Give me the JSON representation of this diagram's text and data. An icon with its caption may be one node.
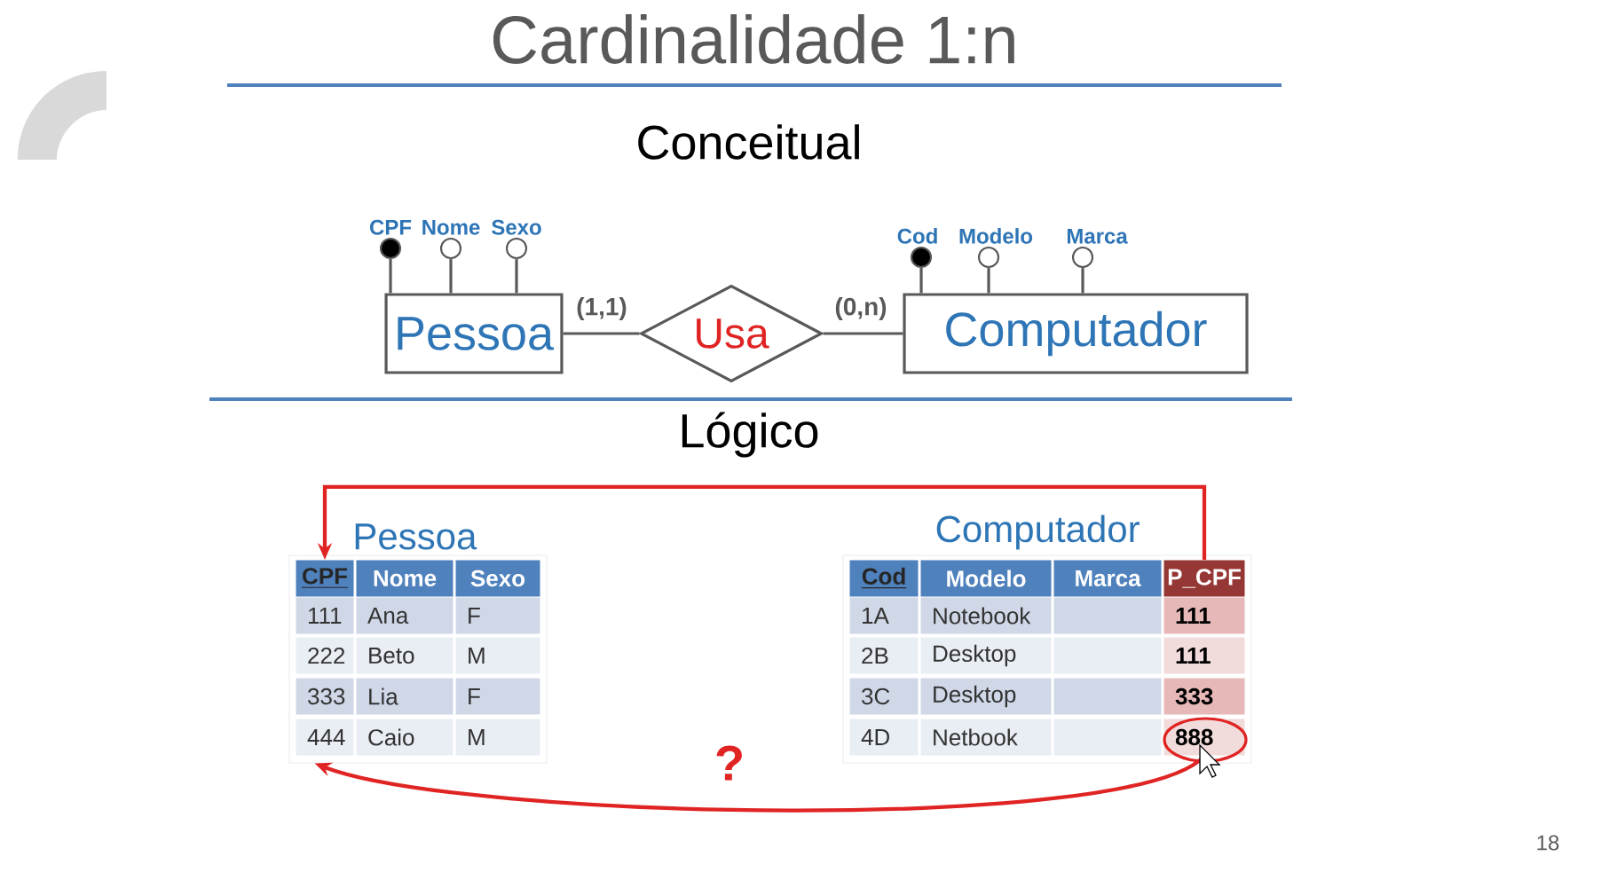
{
  "diagram": {
    "title": "Cardinalidade 1:n",
    "nodes": [
      {
        "text": [
          "Pessoa"
        ]
      },
      {
        "text": [
          "Usa"
        ]
      },
      {
        "text": [
          "Computador"
        ]
      },
      {
        "text": [
          "CPF"
        ]
      },
      {
        "text": [
          "Nome"
        ]
      },
      {
        "text": [
          "Sexo"
        ]
      },
      {
        "text": [
          "Cod"
        ]
      },
      {
        "text": [
          "Modelo"
        ]
      },
      {
        "text": [
          "Marca"
        ]
      },
      {
        "text": [
          "Pessoa"
        ]
      },
      {
        "text": [
          "CPF"
        ],
        "in": 9
      },
      {
        "text": [
          "Computador"
        ]
      },
      {
        "text": [
          "P_CPF"
        ],
        "in": 11
      },
      {
        "text": [
          "888"
        ],
        "in": 11
      }
    ],
    "edges": [
      {
        "from": 0,
        "to": 1,
        "arrow": "none",
        "label": "(1,1)"
      },
      {
        "from": 1,
        "to": 2,
        "arrow": "none",
        "label": "(0,n)"
      },
      {
        "from": 3,
        "to": 0,
        "arrow": "none"
      },
      {
        "from": 4,
        "to": 0,
        "arrow": "none"
      },
      {
        "from": 5,
        "to": 0,
        "arrow": "none"
      },
      {
        "from": 6,
        "to": 2,
        "arrow": "none"
      },
      {
        "from": 7,
        "to": 2,
        "arrow": "none"
      },
      {
        "from": 8,
        "to": 2,
        "arrow": "none"
      },
      {
        "from": 12,
        "to": 10,
        "arrow": "to",
        "color": "#e02424"
      },
      {
        "from": 13,
        "to": 9,
        "arrow": "to",
        "color": "#e02424",
        "label": "?"
      }
    ],
    "labels": [
      "Conceitual",
      "Lógico",
      "Nome",
      "Sexo",
      "111",
      "Ana",
      "F",
      "222",
      "Beto",
      "M",
      "333",
      "Lia",
      "F",
      "444",
      "Caio",
      "M",
      "Cod",
      "Modelo",
      "Marca",
      "1A",
      "Notebook",
      "111",
      "2B",
      "Desktop",
      "111",
      "3C",
      "Desktop",
      "333",
      "4D",
      "Netbook",
      "18"
    ]
  }
}
